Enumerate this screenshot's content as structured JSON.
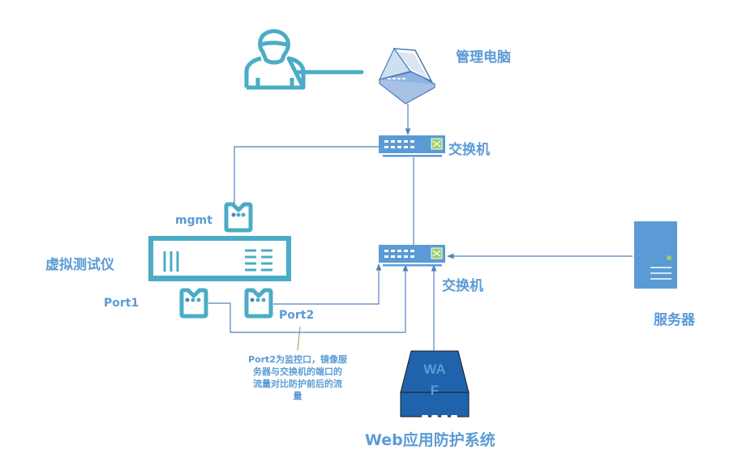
{
  "nodes": {
    "user": {
      "icon": "user-icon"
    },
    "management_pc": {
      "label": "管理电脑",
      "icon": "laptop-icon"
    },
    "switch_top": {
      "label": "交换机",
      "icon": "switch-icon"
    },
    "switch_middle": {
      "label": "交换机",
      "icon": "switch-icon"
    },
    "virtual_tester": {
      "label": "虚拟测试仪",
      "icon": "appliance-icon"
    },
    "port_mgmt": {
      "label": "mgmt",
      "icon": "port-icon"
    },
    "port1": {
      "label": "Port1",
      "icon": "port-icon"
    },
    "port2": {
      "label": "Port2",
      "icon": "port-icon"
    },
    "server": {
      "label": "服务器",
      "icon": "server-icon"
    },
    "waf": {
      "label": "Web应用防护系统",
      "device_text_line1": "WA",
      "device_text_line2": "F",
      "icon": "waf-icon"
    }
  },
  "annotation": {
    "lines": [
      "Port2为监控口，镜像服",
      "务器与交换机的端口的",
      "流量对比防护前后的流",
      "量"
    ]
  },
  "colors": {
    "accent_blue": "#5b9bd5",
    "teal": "#4bacc6",
    "line_blue": "#4f81bd",
    "waf_blue": "#1f63ad",
    "switch_green": "#9bce6b",
    "annotation_green": "#70ad47"
  },
  "edges": [
    {
      "from": "user",
      "to": "management_pc"
    },
    {
      "from": "management_pc",
      "to": "switch_top"
    },
    {
      "from": "switch_top",
      "to": "port_mgmt"
    },
    {
      "from": "switch_top",
      "to": "switch_middle"
    },
    {
      "from": "port2",
      "to": "switch_middle"
    },
    {
      "from": "port1",
      "to": "switch_middle"
    },
    {
      "from": "server",
      "to": "switch_middle"
    },
    {
      "from": "waf",
      "to": "switch_middle"
    }
  ]
}
